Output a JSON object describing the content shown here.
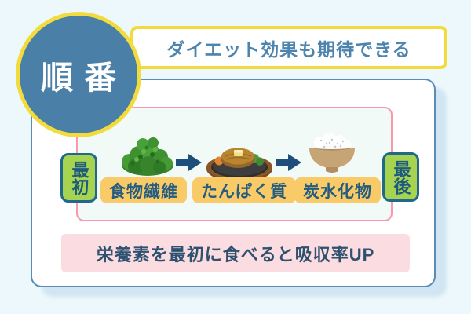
{
  "title_circle": {
    "label": "順番"
  },
  "banner": {
    "text": "ダイエット効果も期待できる"
  },
  "flow": {
    "first_badge": "最初",
    "last_badge": "最後",
    "steps": [
      {
        "label": "食物繊維",
        "icon": "leafy-vegetable-icon"
      },
      {
        "label": "たんぱく質",
        "icon": "steak-plate-icon"
      },
      {
        "label": "炭水化物",
        "icon": "rice-bowl-icon"
      }
    ],
    "arrow_icon": "right-arrow-icon"
  },
  "bottom_note": {
    "text": "栄養素を最初に食べると吸収率UP"
  },
  "colors": {
    "page_background": "#ECF8FB",
    "accent_yellow": "#F2DC3D",
    "circle_blue": "#4A80A8",
    "card_border_blue": "#5A8CB7",
    "flow_border_pink": "#F899AE",
    "flow_fill": "#F1FAF7",
    "badge_green": "#A6D450",
    "badge_border_teal": "#20688C",
    "label_yellow": "#F9CA68",
    "text_navy": "#235C80",
    "banner_text_blue": "#4C84AE",
    "note_pink": "#FADCE1",
    "arrow_navy": "#1E4E79"
  }
}
